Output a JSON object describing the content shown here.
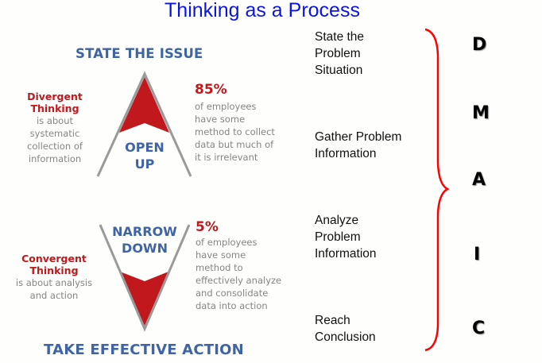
{
  "title": "Thinking as a Process",
  "diagram": {
    "top_header": "STATE THE ISSUE",
    "bottom_header": "TAKE EFFECTIVE ACTION",
    "divergent": {
      "heading_line1": "Divergent",
      "heading_line2": "Thinking",
      "desc_lines": [
        "is about",
        "systematic",
        "collection of",
        "information"
      ],
      "shape_label_line1": "OPEN",
      "shape_label_line2": "UP",
      "stat_value": "85%",
      "stat_lines": [
        "of employees",
        "have some",
        "method to collect",
        "data but much of",
        "it is irrelevant"
      ]
    },
    "convergent": {
      "heading_line1": "Convergent",
      "heading_line2": "Thinking",
      "desc_lines": [
        "is about analysis",
        "and action"
      ],
      "shape_label_line1": "NARROW",
      "shape_label_line2": "DOWN",
      "stat_value": "5%",
      "stat_lines": [
        "of employees",
        "have some",
        "method to",
        "effectively analyze",
        "and consolidate",
        "data into action"
      ]
    },
    "colors": {
      "accent_red": "#c0181c",
      "accent_blue": "#3e64a6",
      "line_grey": "#9a9a9a",
      "title_blue": "#0a14e6",
      "brace_red": "#ff0000"
    }
  },
  "steps": [
    {
      "lines": [
        "State the",
        "Problem",
        "Situation"
      ]
    },
    {
      "lines": [
        "Gather Problem",
        "Information"
      ]
    },
    {
      "lines": [
        "Analyze",
        "Problem",
        "Information"
      ]
    },
    {
      "lines": [
        "Reach",
        "Conclusion"
      ]
    }
  ],
  "dmaic": [
    "D",
    "M",
    "A",
    "I",
    "C"
  ]
}
